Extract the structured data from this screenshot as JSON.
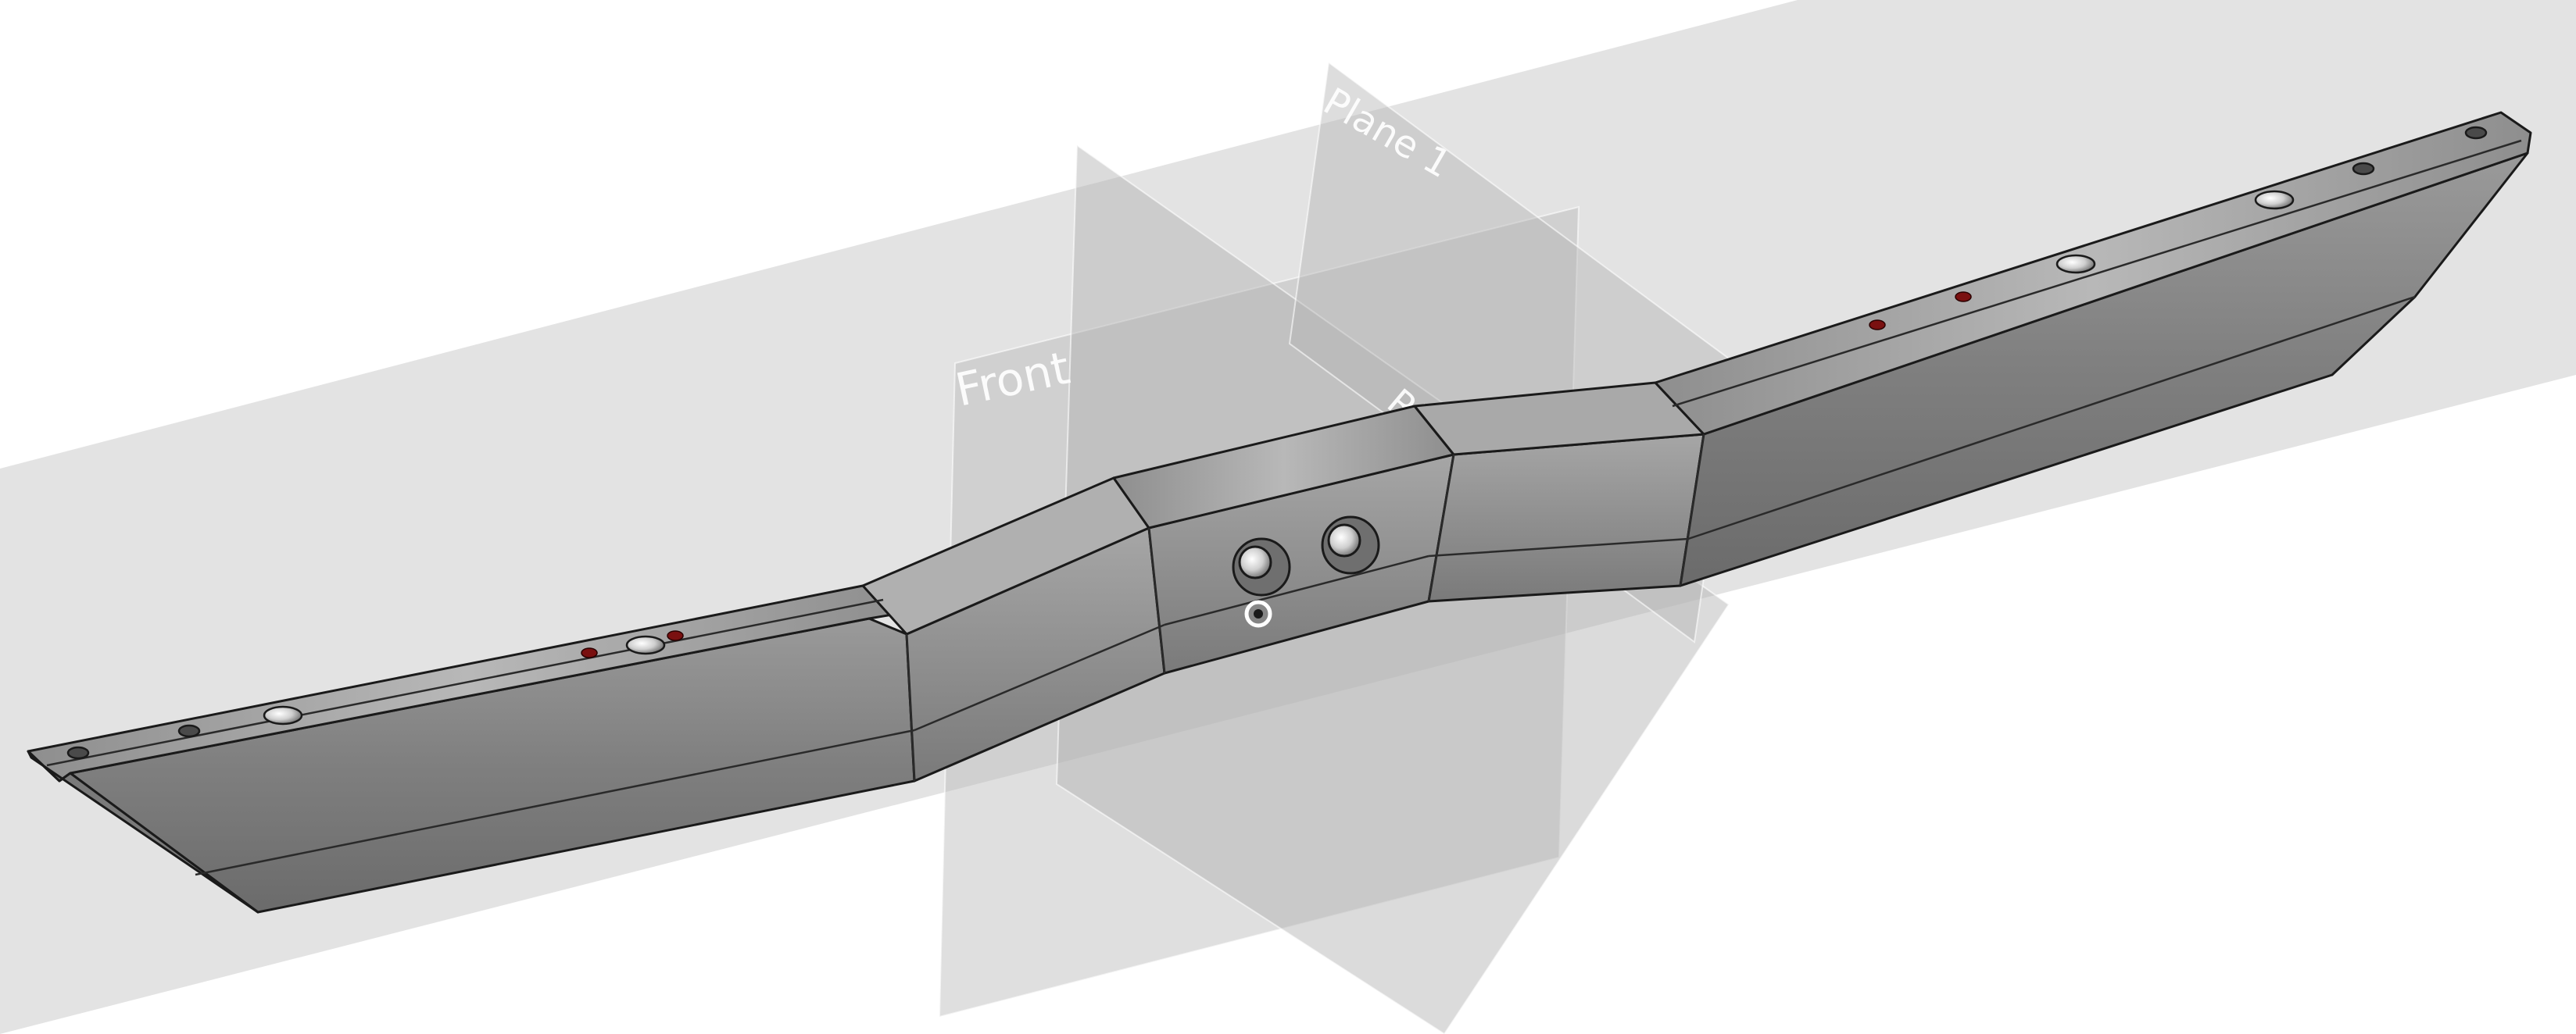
{
  "viewport": {
    "planes": [
      {
        "id": "front",
        "label": "Front"
      },
      {
        "id": "plane1",
        "label": "Plane 1"
      },
      {
        "id": "right",
        "label": "Right"
      }
    ]
  },
  "colors": {
    "background": "#ffffff",
    "plane_fill": "#bdbdbd",
    "part_base": "#8a8a8a",
    "part_top": "#a9a9a9",
    "part_edge": "#1a1a1a",
    "hole_marker": "#7a1010",
    "origin_marker": "#ffffff"
  },
  "icons": {
    "origin": "origin-indicator-icon"
  }
}
